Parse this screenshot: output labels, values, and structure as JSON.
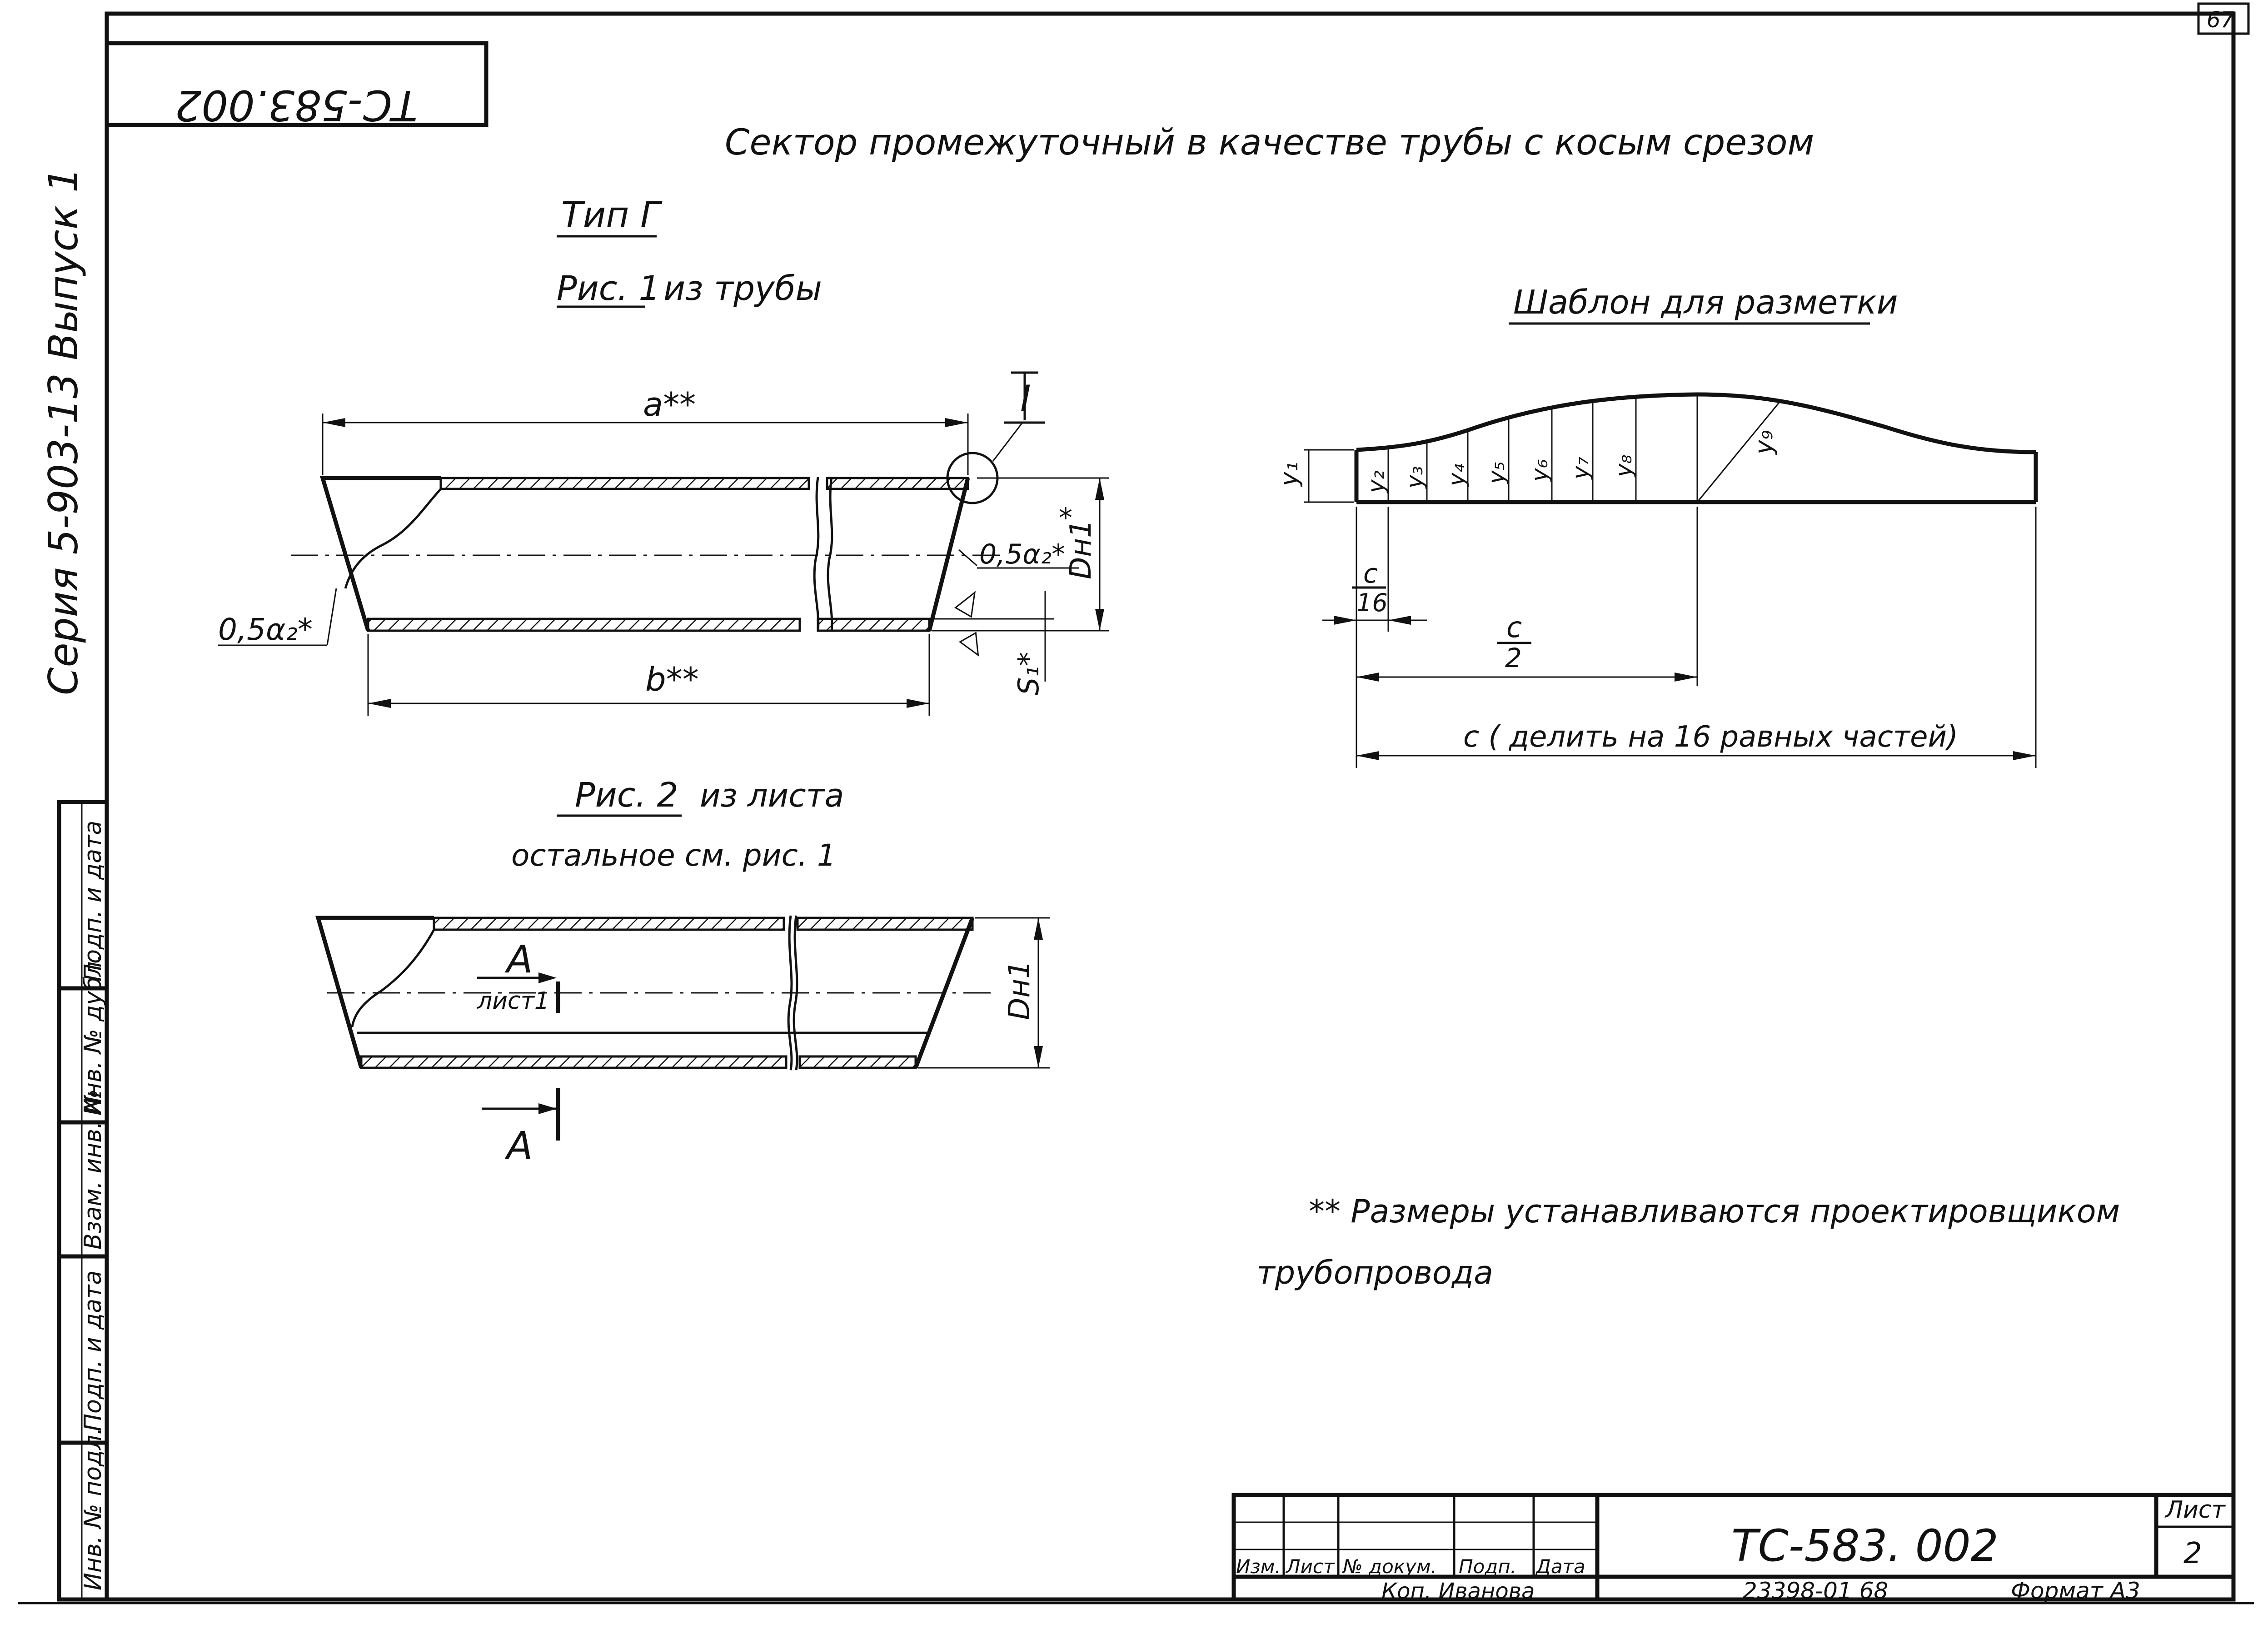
{
  "sheet_number_top": "67",
  "doc_code_rotated": "ТС-583.002",
  "title": "Сектор промежуточный в качестве трубы с косым срезом",
  "type_label": "Тип Г",
  "fig1": {
    "caption_num": "Рис. 1",
    "caption_text": "из трубы",
    "dim_a": "a**",
    "dim_b": "b**",
    "detail_mark": "I",
    "angle_right": "0,5α₂*",
    "angle_left": "0,5α₂*",
    "dn": "Dн1",
    "dn_star": "*",
    "s1": "S₁*"
  },
  "fig2": {
    "caption_num": "Рис. 2",
    "caption_text": "из листа",
    "note": "остальное см. рис. 1",
    "section_a": "А",
    "section_ref": "лист1",
    "section_a_bottom": "А",
    "dn": "Dн1"
  },
  "template": {
    "title": "Шаблон для разметки",
    "y_labels": [
      "y₁",
      "y₂",
      "y₃",
      "y₄",
      "y₅",
      "y₆",
      "y₇",
      "y₈",
      "y₉"
    ],
    "c16_num": "c",
    "c16_den": "16",
    "c2_num": "c",
    "c2_den": "2",
    "c_full": "c ( делить на 16 равных частей)"
  },
  "footnote_line1": "** Размеры устанавливаются проектировщиком",
  "footnote_line2": "трубопровода",
  "left_margin_text": "Серия 5-903-13 Выпуск 1",
  "left_table": [
    "Инв. № подл.",
    "Подп. и дата",
    "Взам. инв. №",
    "Инв. № дубл.",
    "Подп. и дата"
  ],
  "title_block": {
    "headers": [
      "Изм.",
      "Лист",
      "№ докум.",
      "Подп.",
      "Дата"
    ],
    "doc_code": "ТС-583. 002",
    "sheet_label": "Лист",
    "sheet_value": "2",
    "copied_by": "Коп. Иванова",
    "archive_no": "23398-01  68",
    "format": "Формат А3"
  }
}
